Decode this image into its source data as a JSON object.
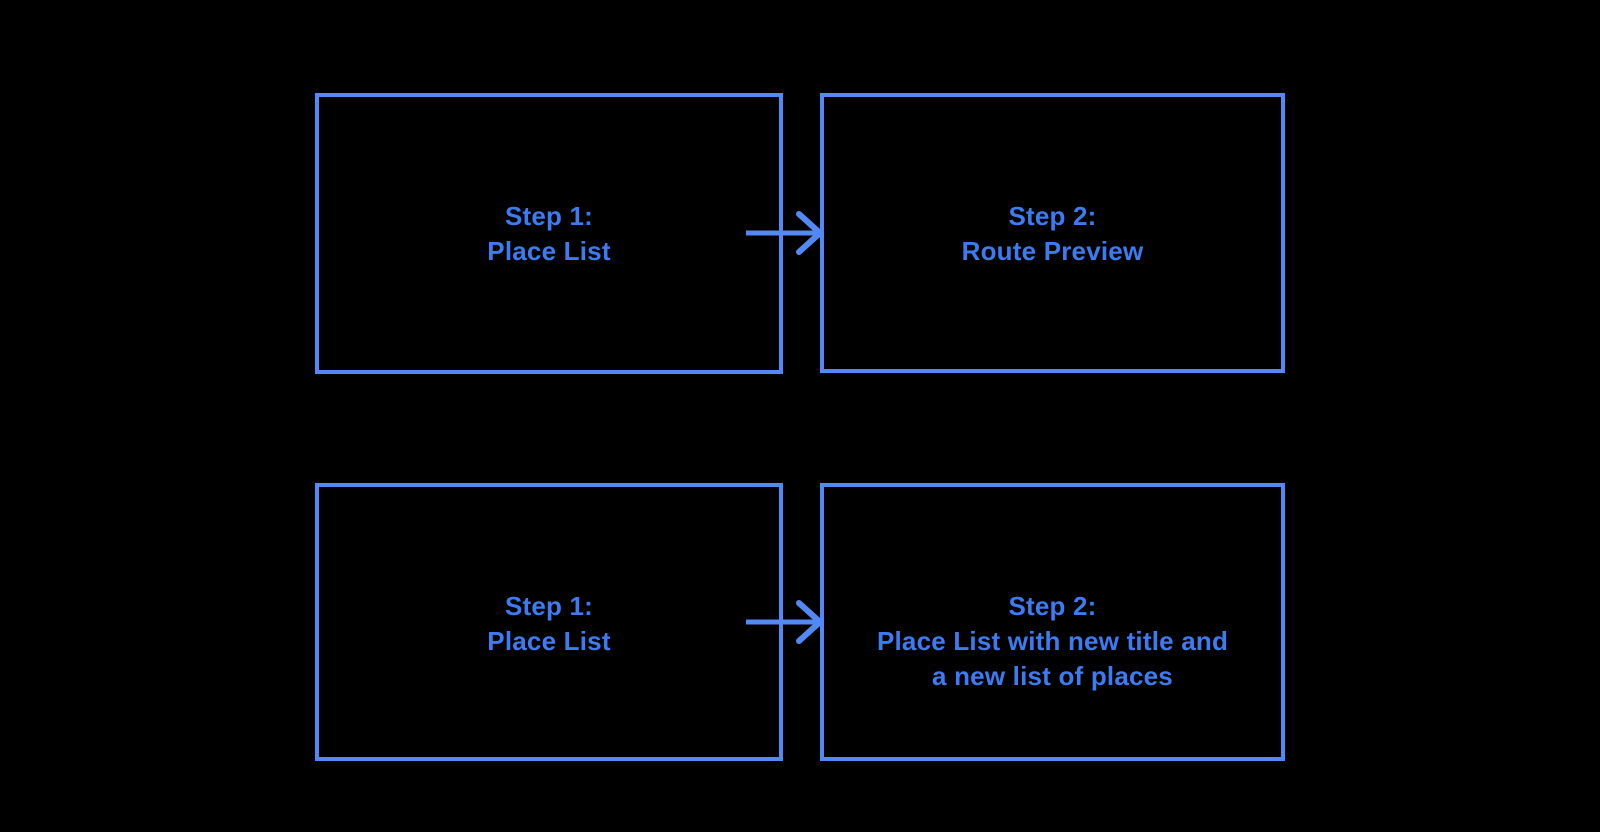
{
  "colors": {
    "background": "#000000",
    "box_border": "#5389F4",
    "box_text": "#3C7BF1",
    "arrow": "#5389F4"
  },
  "diagram": {
    "rows": [
      {
        "from": {
          "lines": [
            "Step 1:",
            "Place List"
          ]
        },
        "to": {
          "lines": [
            "Step 2:",
            "Route Preview"
          ]
        }
      },
      {
        "from": {
          "lines": [
            "Step 1:",
            "Place List"
          ]
        },
        "to": {
          "lines": [
            "Step 2:",
            "Place List with new title and",
            "a new list of places"
          ]
        }
      }
    ]
  }
}
